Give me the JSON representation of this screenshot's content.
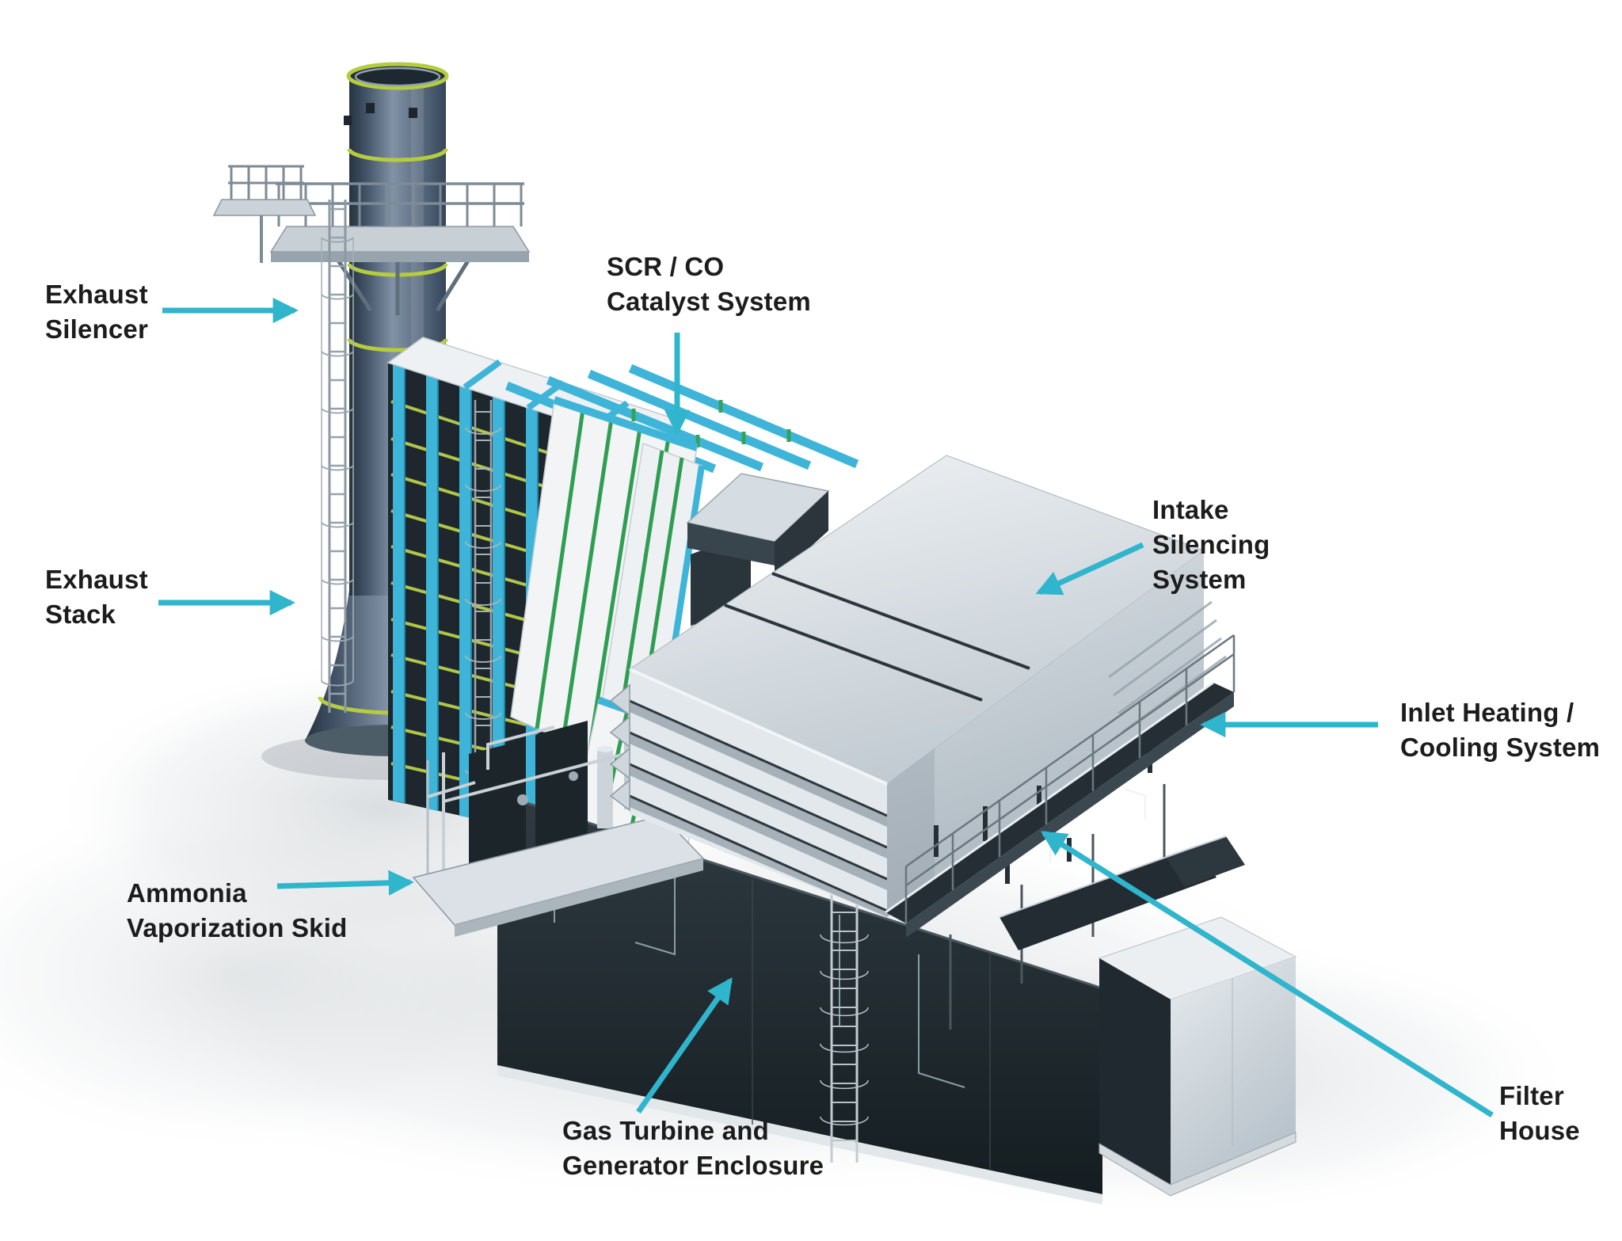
{
  "figure": {
    "labels": {
      "exhaust_silencer": {
        "lines": [
          "Exhaust",
          "Silencer"
        ]
      },
      "exhaust_stack": {
        "lines": [
          "Exhaust",
          "Stack"
        ]
      },
      "scr_catalyst": {
        "lines": [
          "SCR / CO",
          "Catalyst System"
        ]
      },
      "intake_silencing": {
        "lines": [
          "Intake",
          "Silencing",
          "System"
        ]
      },
      "inlet_heating": {
        "lines": [
          "Inlet Heating /",
          "Cooling System"
        ]
      },
      "ammonia_skid": {
        "lines": [
          "Ammonia",
          "Vaporization Skid"
        ]
      },
      "gas_turbine": {
        "lines": [
          "Gas Turbine and",
          "Generator Enclosure"
        ]
      },
      "filter_house": {
        "lines": [
          "Filter",
          "House"
        ]
      }
    },
    "colors": {
      "annotation_arrow": "#2fb5cc",
      "label_text": "#1c1c1c",
      "stack_ring_green": "#b5cc3f",
      "scr_frame_cyan": "#3eb5d8",
      "scr_rung_yellow": "#c3d64d",
      "catalyst_stripe_green": "#2f9e53",
      "dark_enclosure": "#242e34",
      "light_metal": "#dfe5e9"
    }
  }
}
